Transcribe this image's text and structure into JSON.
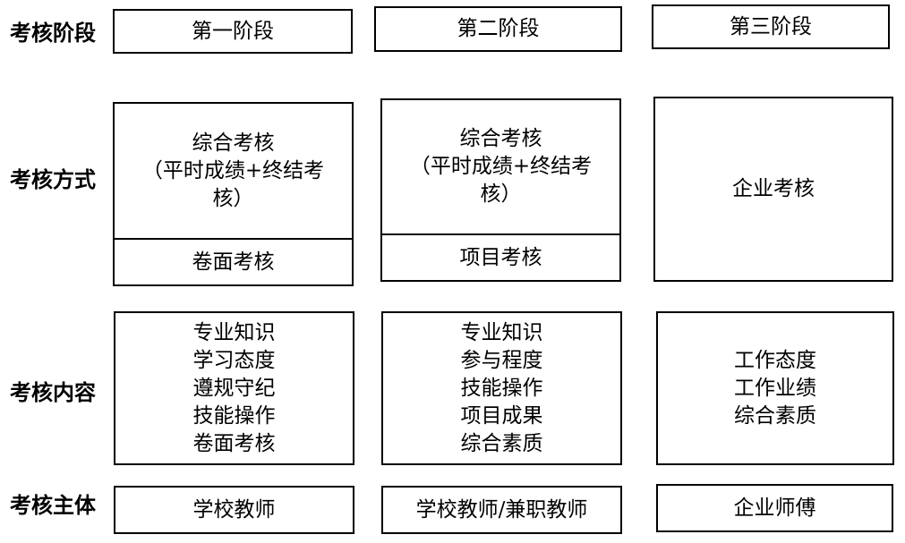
{
  "rows": {
    "stage": "考核阶段",
    "method": "考核方式",
    "content": "考核内容",
    "subject": "考核主体"
  },
  "stages": [
    {
      "name": "第一阶段",
      "method_main": [
        "综合考核",
        "（平时成绩+终结考",
        "核）"
      ],
      "method_sub": "卷面考核",
      "content": [
        "专业知识",
        "学习态度",
        "遵规守纪",
        "技能操作",
        "卷面考核"
      ],
      "subject": "学校教师"
    },
    {
      "name": "第二阶段",
      "method_main": [
        "综合考核",
        "（平时成绩+终结考",
        "核）"
      ],
      "method_sub": "项目考核",
      "content": [
        "专业知识",
        "参与程度",
        "技能操作",
        "项目成果",
        "综合素质"
      ],
      "subject": "学校教师/兼职教师"
    },
    {
      "name": "第三阶段",
      "method_main": [
        "企业考核"
      ],
      "content": [
        "工作态度",
        "工作业绩",
        "综合素质"
      ],
      "subject": "企业师傅"
    }
  ]
}
